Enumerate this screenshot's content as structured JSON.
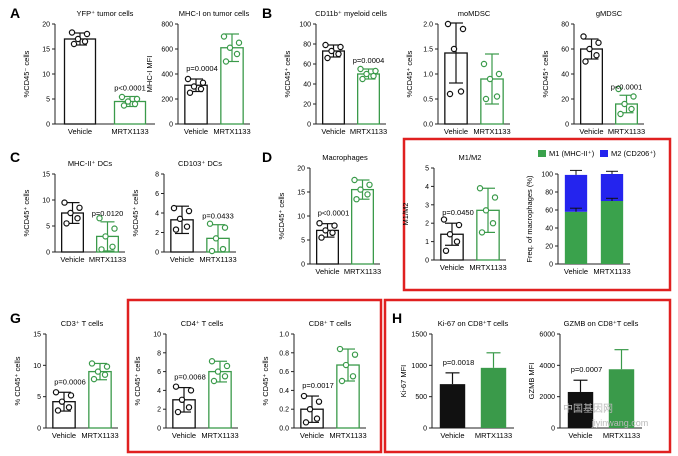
{
  "panel_labels": [
    "A",
    "B",
    "C",
    "D",
    "G",
    "H"
  ],
  "watermark": {
    "line1": "中国基因网",
    "line2": "jiyinwang.com"
  },
  "colors": {
    "vehicle": "#111111",
    "mrtx": "#3a9a4a",
    "m1": "#3aa24c",
    "m2": "#2424ee",
    "highlight": "#e02020"
  },
  "chart_data": [
    {
      "id": "yfp",
      "type": "bar",
      "title": "YFP⁺ tumor cells",
      "ylabel": "%CD45⁻ cells",
      "categories": [
        "Vehicle",
        "MRTX1133"
      ],
      "ylim": [
        0,
        20
      ],
      "yticks": [
        0,
        5,
        10,
        15,
        20
      ],
      "means": [
        17,
        4.5
      ],
      "sd": [
        1.2,
        1.0
      ],
      "points": [
        [
          16,
          16.5,
          17,
          18,
          18.3
        ],
        [
          3.7,
          4,
          4.5,
          5,
          5.4
        ]
      ],
      "pvalue": "p<0.0001",
      "fill": "none"
    },
    {
      "id": "mhci",
      "type": "bar",
      "title": "MHC-I on tumor cells",
      "ylabel": "MHC-I MFI",
      "categories": [
        "Vehicle",
        "MRTX1133"
      ],
      "ylim": [
        0,
        800
      ],
      "yticks": [
        0,
        200,
        400,
        600,
        800
      ],
      "means": [
        310,
        610
      ],
      "sd": [
        50,
        110
      ],
      "points": [
        [
          250,
          280,
          300,
          330,
          360
        ],
        [
          500,
          560,
          610,
          650,
          700
        ]
      ],
      "pvalue": "p=0.0004",
      "fill": "none"
    },
    {
      "id": "cd11b",
      "type": "bar",
      "title": "CD11b⁺ myeloid cells",
      "ylabel": "%CD45⁺ cells",
      "categories": [
        "Vehicle",
        "MRTX1133"
      ],
      "ylim": [
        0,
        100
      ],
      "yticks": [
        0,
        20,
        40,
        60,
        80,
        100
      ],
      "means": [
        73,
        50
      ],
      "sd": [
        6,
        5
      ],
      "points": [
        [
          66,
          70,
          73,
          77,
          79
        ],
        [
          45,
          48,
          50,
          53,
          55
        ]
      ],
      "pvalue": "p=0.0004",
      "fill": "none"
    },
    {
      "id": "momdsc",
      "type": "bar",
      "title": "moMDSC",
      "ylabel": "%CD45⁺ cells",
      "categories": [
        "Vehicle",
        "MRTX1133"
      ],
      "ylim": [
        0,
        2.0
      ],
      "yticks": [
        0.0,
        0.5,
        1.0,
        1.5,
        2.0
      ],
      "means": [
        1.42,
        0.9
      ],
      "sd": [
        0.6,
        0.5
      ],
      "points": [
        [
          0.6,
          0.65,
          1.5,
          1.9,
          2.0
        ],
        [
          0.5,
          0.55,
          0.9,
          1.0,
          1.2
        ]
      ],
      "pvalue": "",
      "fill": "none"
    },
    {
      "id": "gmdsc",
      "type": "bar",
      "title": "gMDSC",
      "ylabel": "%CD45⁺ cells",
      "categories": [
        "Vehicle",
        "MRTX1133"
      ],
      "ylim": [
        0,
        80
      ],
      "yticks": [
        0,
        20,
        40,
        60,
        80
      ],
      "means": [
        60,
        16
      ],
      "sd": [
        8,
        7
      ],
      "points": [
        [
          50,
          55,
          60,
          65,
          70
        ],
        [
          8,
          12,
          16,
          22,
          28
        ]
      ],
      "pvalue": "p<0.0001",
      "fill": "none"
    },
    {
      "id": "mhcii",
      "type": "bar",
      "title": "MHC-II⁺ DCs",
      "ylabel": "%CD45⁺ cells",
      "categories": [
        "Vehicle",
        "MRTX1133"
      ],
      "ylim": [
        0,
        15
      ],
      "yticks": [
        0,
        5,
        10,
        15
      ],
      "means": [
        7.5,
        3.0
      ],
      "sd": [
        2.0,
        2.8
      ],
      "points": [
        [
          5.5,
          6.5,
          7.5,
          8.5,
          9.5
        ],
        [
          0.5,
          1.0,
          3.0,
          4.5,
          6.5
        ]
      ],
      "pvalue": "p=0.0120",
      "fill": "none"
    },
    {
      "id": "cd103",
      "type": "bar",
      "title": "CD103⁺ DCs",
      "ylabel": "%CD45⁺ cells",
      "categories": [
        "Vehicle",
        "MRTX1133"
      ],
      "ylim": [
        0,
        8
      ],
      "yticks": [
        0,
        2,
        4,
        6,
        8
      ],
      "means": [
        3.3,
        1.4
      ],
      "sd": [
        1.4,
        1.4
      ],
      "points": [
        [
          2.3,
          2.6,
          3.4,
          4.2,
          4.5
        ],
        [
          0.1,
          0.3,
          1.4,
          2.5,
          2.9
        ]
      ],
      "pvalue": "p=0.0433",
      "fill": "none"
    },
    {
      "id": "macro",
      "type": "bar",
      "title": "Macrophages",
      "ylabel": "%CD45⁺ cells",
      "categories": [
        "Vehicle",
        "MRTX1133"
      ],
      "ylim": [
        0,
        20
      ],
      "yticks": [
        0,
        5,
        10,
        15,
        20
      ],
      "means": [
        7,
        15.5
      ],
      "sd": [
        1.4,
        2.0
      ],
      "points": [
        [
          5.5,
          6.5,
          7,
          8,
          8.5
        ],
        [
          13.5,
          14.5,
          15.5,
          16.5,
          17.5
        ]
      ],
      "pvalue": "p<0.0001",
      "fill": "none"
    },
    {
      "id": "m1m2",
      "type": "bar",
      "title": "M1/M2",
      "ylabel": "M1/M2",
      "categories": [
        "Vehicle",
        "MRTX1133"
      ],
      "ylim": [
        0,
        5
      ],
      "yticks": [
        0,
        1,
        2,
        3,
        4,
        5
      ],
      "means": [
        1.4,
        2.7
      ],
      "sd": [
        0.6,
        1.2
      ],
      "points": [
        [
          0.5,
          1.0,
          1.4,
          1.9,
          2.2
        ],
        [
          1.5,
          2.0,
          2.7,
          3.4,
          3.9
        ]
      ],
      "pvalue": "p=0.0450",
      "fill": "none"
    },
    {
      "id": "freq",
      "type": "stacked_bar",
      "ylabel": "Freq. of macrophages (%)",
      "categories": [
        "Vehicle",
        "MRTX1133"
      ],
      "ylim": [
        0,
        100
      ],
      "yticks": [
        0,
        20,
        40,
        60,
        80,
        100
      ],
      "series": [
        {
          "name": "M1 (MHC-II⁺)",
          "values": [
            58,
            70
          ]
        },
        {
          "name": "M2 (CD206⁺)",
          "values": [
            41,
            30
          ]
        }
      ],
      "m1_sd": [
        4,
        3
      ],
      "m2_sd": [
        5,
        3
      ],
      "legend": "top"
    },
    {
      "id": "cd3",
      "type": "bar",
      "title": "CD3⁺ T cells",
      "ylabel": "% CD45⁺ cells",
      "categories": [
        "Vehicle",
        "MRTX1133"
      ],
      "ylim": [
        0,
        15
      ],
      "yticks": [
        0,
        5,
        10,
        15
      ],
      "means": [
        4.2,
        9.0
      ],
      "sd": [
        1.5,
        1.3
      ],
      "points": [
        [
          2.8,
          3.3,
          4.2,
          5.2,
          5.7
        ],
        [
          7.8,
          8.5,
          9.0,
          9.8,
          10.3
        ]
      ],
      "pvalue": "p=0.0006",
      "fill": "none"
    },
    {
      "id": "cd4",
      "type": "bar",
      "title": "CD4⁺ T cells",
      "ylabel": "% CD45⁺ cells",
      "categories": [
        "Vehicle",
        "MRTX1133"
      ],
      "ylim": [
        0,
        10
      ],
      "yticks": [
        0,
        2,
        4,
        6,
        8,
        10
      ],
      "means": [
        3.0,
        6.0
      ],
      "sd": [
        1.3,
        1.1
      ],
      "points": [
        [
          1.7,
          2.2,
          3.0,
          4.0,
          4.4
        ],
        [
          5.0,
          5.5,
          6.0,
          6.6,
          7.1
        ]
      ],
      "pvalue": "p=0.0068",
      "fill": "none"
    },
    {
      "id": "cd8",
      "type": "bar",
      "title": "CD8⁺ T cells",
      "ylabel": "% CD45⁺ cells",
      "categories": [
        "Vehicle",
        "MRTX1133"
      ],
      "ylim": [
        0,
        1.0
      ],
      "yticks": [
        0.0,
        0.2,
        0.4,
        0.6,
        0.8,
        1.0
      ],
      "means": [
        0.2,
        0.67
      ],
      "sd": [
        0.14,
        0.17
      ],
      "points": [
        [
          0.06,
          0.1,
          0.2,
          0.28,
          0.34
        ],
        [
          0.5,
          0.55,
          0.67,
          0.78,
          0.84
        ]
      ],
      "pvalue": "p=0.0017",
      "fill": "none"
    },
    {
      "id": "ki67",
      "type": "bar",
      "title": "Ki-67 on CD8⁺T cells",
      "ylabel": "Ki-67 MFI",
      "categories": [
        "Vehicle",
        "MRTX1133"
      ],
      "ylim": [
        0,
        1500
      ],
      "yticks": [
        0,
        500,
        1000,
        1500
      ],
      "means": [
        700,
        960
      ],
      "sd": [
        180,
        240
      ],
      "points": [
        [],
        []
      ],
      "pvalue": "p=0.0018",
      "fill": "solid"
    },
    {
      "id": "gzmb",
      "type": "bar",
      "title": "GZMB on CD8⁺T cells",
      "ylabel": "GZMB MFI",
      "categories": [
        "Vehicle",
        "MRTX1133"
      ],
      "ylim": [
        0,
        6000
      ],
      "yticks": [
        0,
        2000,
        4000,
        6000
      ],
      "means": [
        2300,
        3750
      ],
      "sd": [
        750,
        1250
      ],
      "points": [
        [],
        []
      ],
      "pvalue": "p=0.0007",
      "fill": "solid"
    }
  ]
}
